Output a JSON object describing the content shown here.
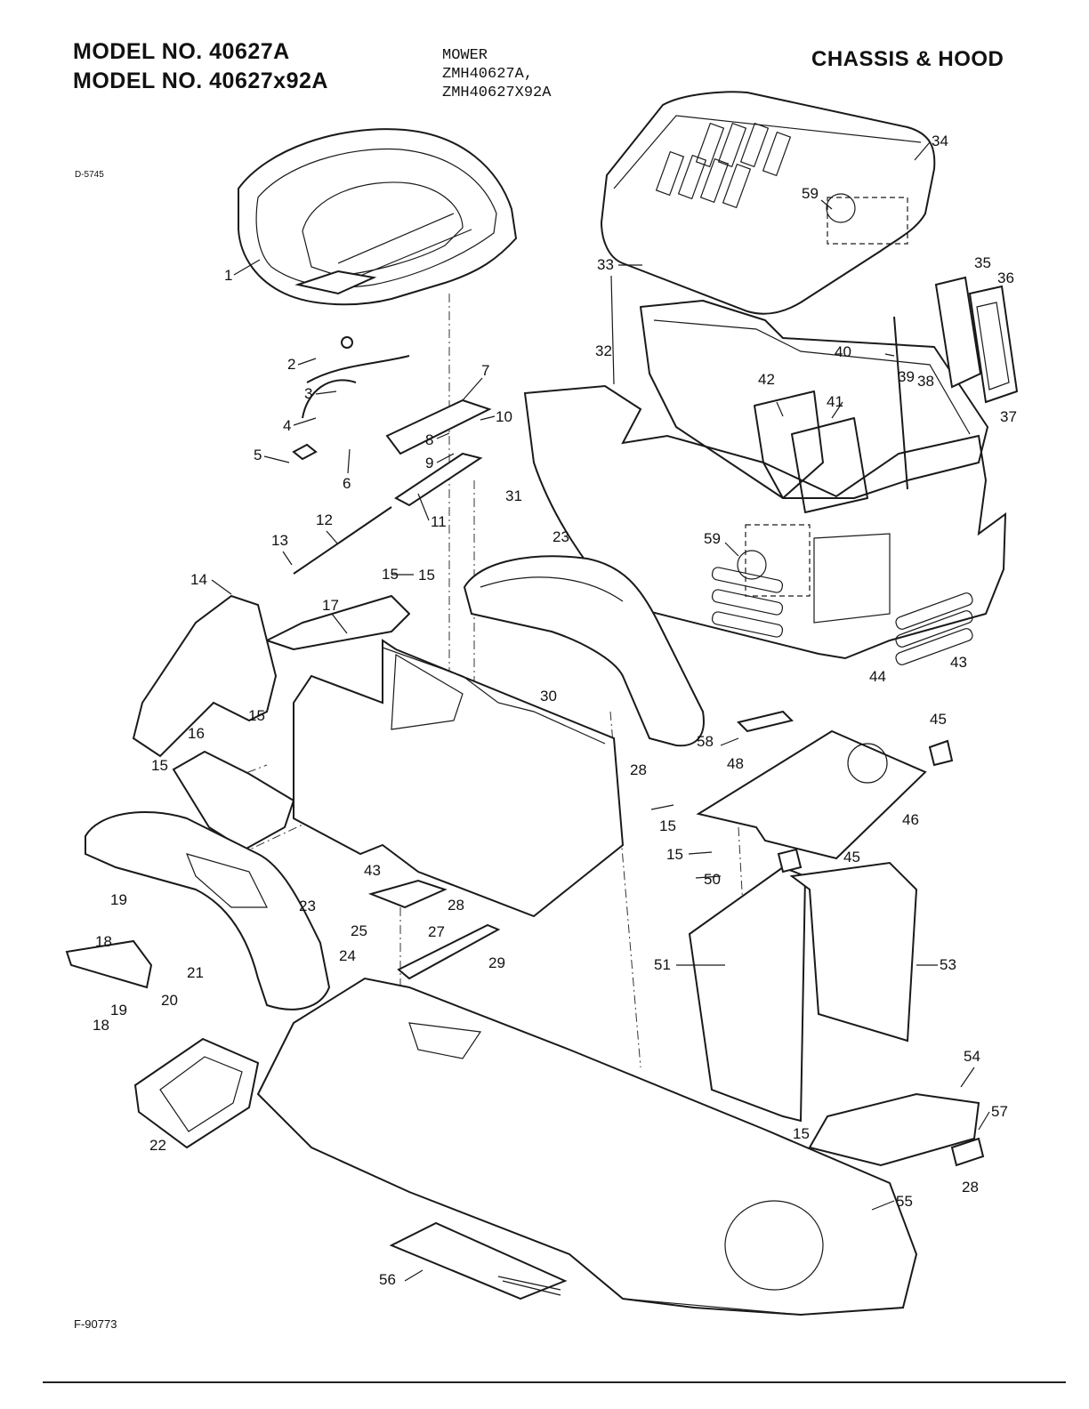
{
  "header": {
    "model_line_1": "MODEL NO. 40627A",
    "model_line_2": "MODEL NO. 40627x92A",
    "mower_line_1": "MOWER",
    "mower_line_2": "ZMH40627A,",
    "mower_line_3": "ZMH40627X92A",
    "section_title": "CHASSIS & HOOD"
  },
  "diagram_id": "D-5745",
  "figure_id": "F-90773",
  "callouts": [
    "1",
    "2",
    "3",
    "4",
    "5",
    "6",
    "7",
    "8",
    "9",
    "10",
    "11",
    "12",
    "13",
    "14",
    "15",
    "15",
    "15",
    "15",
    "15",
    "15",
    "15",
    "16",
    "17",
    "18",
    "18",
    "19",
    "19",
    "20",
    "21",
    "22",
    "23",
    "23",
    "24",
    "25",
    "27",
    "28",
    "28",
    "28",
    "29",
    "30",
    "31",
    "32",
    "33",
    "34",
    "35",
    "36",
    "37",
    "38",
    "39",
    "40",
    "41",
    "42",
    "43",
    "43",
    "44",
    "45",
    "45",
    "46",
    "48",
    "50",
    "51",
    "53",
    "54",
    "55",
    "56",
    "57",
    "58",
    "59",
    "59"
  ]
}
